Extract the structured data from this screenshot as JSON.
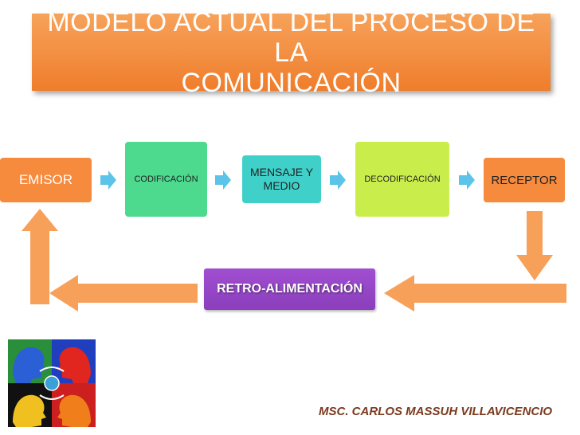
{
  "title": "MODELO ACTUAL DEL PROCESO DE LA\nCOMUNICACIÓN",
  "nodes": {
    "emisor": "EMISOR",
    "codificacion": "CODIFICACIÓN",
    "mensaje": "MENSAJE Y MEDIO",
    "decodificacion": "DECODIFICACIÓN",
    "receptor": "RECEPTOR"
  },
  "feedback": "RETRO-ALIMENTACIÓN",
  "author": "MSC. CARLOS MASSUH VILLAVICENCIO",
  "colors": {
    "title_bg": "#ef7d2c",
    "emisor": "#f68a3d",
    "codificacion": "#4dd98e",
    "mensaje": "#3fd1c9",
    "decodificacion": "#c9ee4c",
    "receptor": "#f68a3d",
    "feedback": "#8a3fbc",
    "flow_arrow": "#5bc4e8",
    "feedback_arrow": "#f7a05a"
  },
  "icons": [
    "right-arrow-icon",
    "down-arrow-icon",
    "left-arrow-icon",
    "up-arrow-icon",
    "communicating-heads-icon"
  ]
}
